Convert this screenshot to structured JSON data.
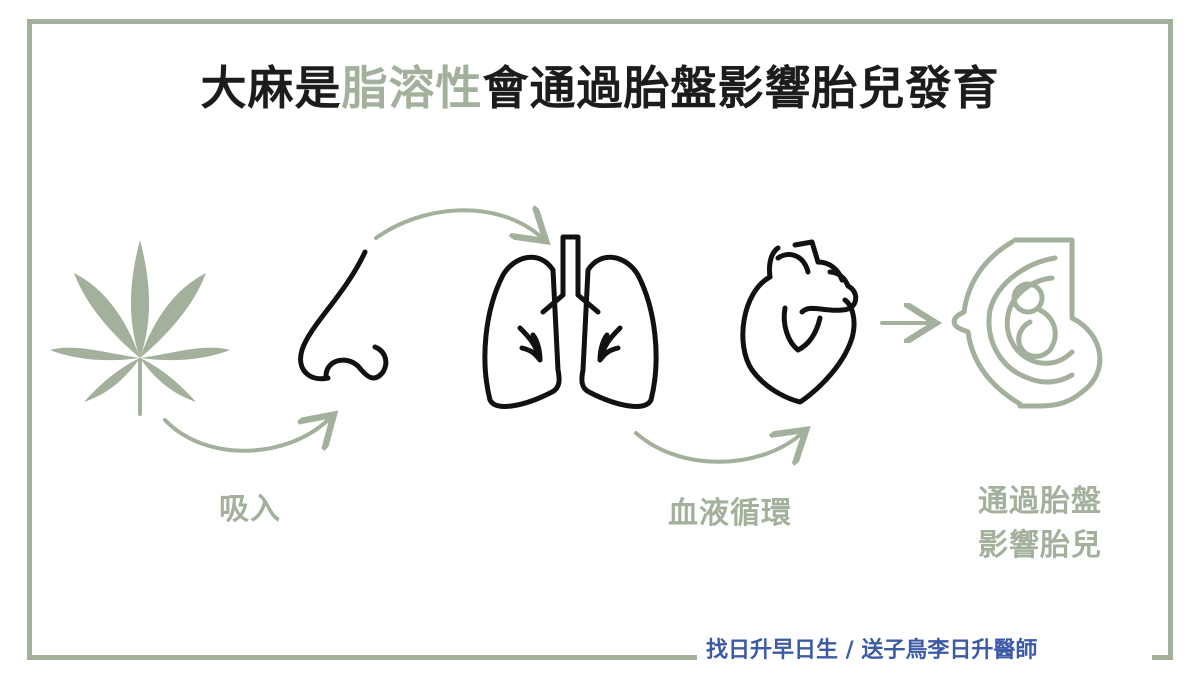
{
  "title": {
    "part1": "大麻是",
    "highlight": "脂溶性",
    "part2": "會通過胎盤影響胎兒發育"
  },
  "steps": [
    {
      "icon": "cannabis-leaf-icon"
    },
    {
      "icon": "nose-icon"
    },
    {
      "icon": "lungs-icon"
    },
    {
      "icon": "heart-icon"
    },
    {
      "icon": "pregnant-womb-icon"
    }
  ],
  "labels": {
    "inhale": "吸入",
    "circulation": "血液循環",
    "placenta_line1": "通過胎盤",
    "placenta_line2": "影響胎兒"
  },
  "credit": "找日升早日生 / 送子鳥李日升醫師",
  "colors": {
    "accent": "#a3b19c",
    "text": "#1c1c1c",
    "credit": "#3d5aa6"
  }
}
